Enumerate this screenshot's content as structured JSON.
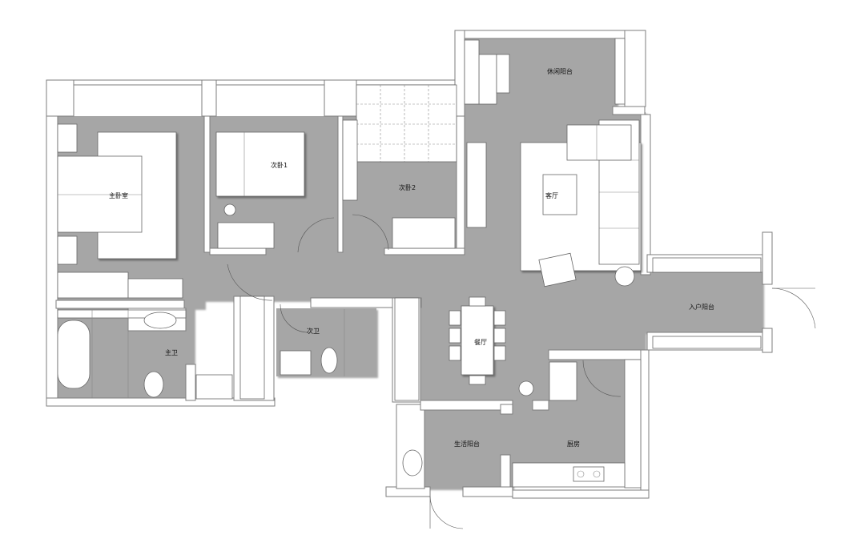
{
  "rooms": {
    "master_bedroom": "主卧室",
    "bedroom_1": "次卧1",
    "bedroom_2": "次卧2",
    "leisure_balcony": "休闲阳台",
    "living_room": "客厅",
    "entry_balcony": "入户阳台",
    "dining_room": "餐厅",
    "main_bathroom": "主卫",
    "second_bathroom": "次卫",
    "utility_balcony": "生活阳台",
    "kitchen": "厨房"
  },
  "colors": {
    "floor": "#a6a6a6",
    "wall_outline": "#7d7d7d",
    "furniture": "#ffffff",
    "background": "#ffffff"
  }
}
